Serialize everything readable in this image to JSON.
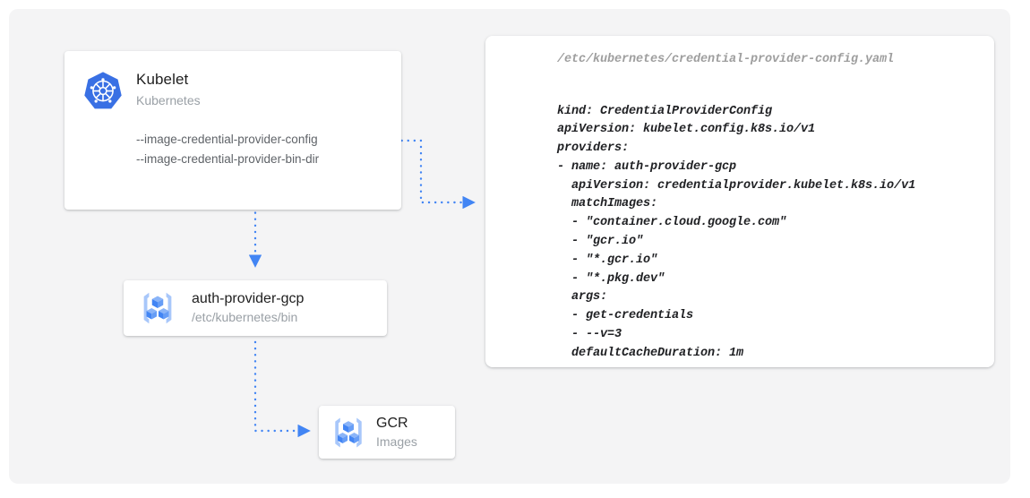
{
  "canvas": {
    "background_color": "#f4f4f5",
    "page_background_color": "#ffffff"
  },
  "accent": {
    "blue": "#4285f4",
    "light_blue": "#a8c7fa",
    "connector_blue": "#4285f4"
  },
  "kubelet_card": {
    "icon": "kubernetes-logo-icon",
    "title": "Kubelet",
    "subtitle": "Kubernetes",
    "flags": [
      "--image-credential-provider-config",
      "--image-credential-provider-bin-dir"
    ]
  },
  "provider_card": {
    "icon": "container-registry-icon",
    "title": "auth-provider-gcp",
    "subtitle": "/etc/kubernetes/bin"
  },
  "gcr_card": {
    "icon": "container-registry-icon",
    "title": "GCR",
    "subtitle": "Images"
  },
  "yaml_panel": {
    "path": "/etc/kubernetes/credential-provider-config.yaml",
    "lines": [
      "kind: CredentialProviderConfig",
      "apiVersion: kubelet.config.k8s.io/v1",
      "providers:",
      "- name: auth-provider-gcp",
      "  apiVersion: credentialprovider.kubelet.k8s.io/v1",
      "  matchImages:",
      "  - \"container.cloud.google.com\"",
      "  - \"gcr.io\"",
      "  - \"*.gcr.io\"",
      "  - \"*.pkg.dev\"",
      "  args:",
      "  - get-credentials",
      "  - --v=3",
      "  defaultCacheDuration: 1m"
    ]
  },
  "connectors": [
    {
      "name": "kubelet-to-config",
      "from": "kubelet-card",
      "to": "yaml-panel",
      "style": "dotted",
      "arrowhead": true
    },
    {
      "name": "kubelet-to-provider",
      "from": "kubelet-card",
      "to": "provider-card",
      "style": "dotted",
      "arrowhead": true
    },
    {
      "name": "provider-to-gcr",
      "from": "provider-card",
      "to": "gcr-card",
      "style": "dotted",
      "arrowhead": true
    }
  ]
}
